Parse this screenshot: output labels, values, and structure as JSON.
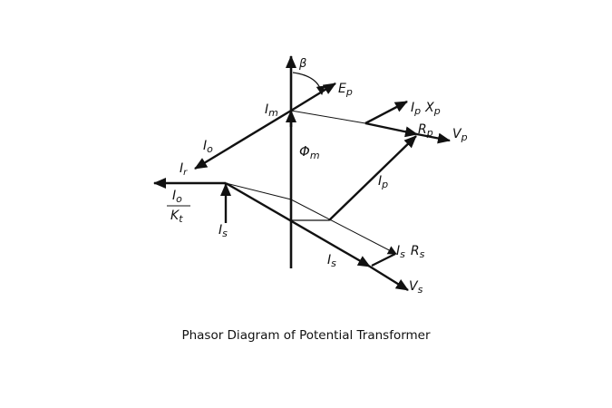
{
  "diagram": {
    "title": "Phasor Diagram of Potential Transformer",
    "labels": {
      "beta": "β",
      "ep": "E",
      "ep_sub": "p",
      "im": "I",
      "im_sub": "m",
      "io": "I",
      "io_sub": "o",
      "ir": "I",
      "ir_sub": "r",
      "phi": "Φ",
      "phi_sub": "m",
      "ipxp_i": "I",
      "ipxp_isub": "p",
      "ipxp_x": "X",
      "ipxp_xsub": "p",
      "rp": "R",
      "rp_sub": "p",
      "vp": "V",
      "vp_sub": "p",
      "ip": "I",
      "ip_sub": "p",
      "frac_num": "I",
      "frac_num_sub": "o",
      "frac_den": "K",
      "frac_den_sub": "t",
      "is_left": "I",
      "is_left_sub": "s",
      "is_bottom": "I",
      "is_bottom_sub": "s",
      "isrs_i": "I",
      "isrs_isub": "s",
      "isrs_r": "R",
      "isrs_rsub": "s",
      "vs": "V",
      "vs_sub": "s"
    },
    "colors": {
      "stroke": "#111111",
      "background": "#ffffff"
    }
  }
}
